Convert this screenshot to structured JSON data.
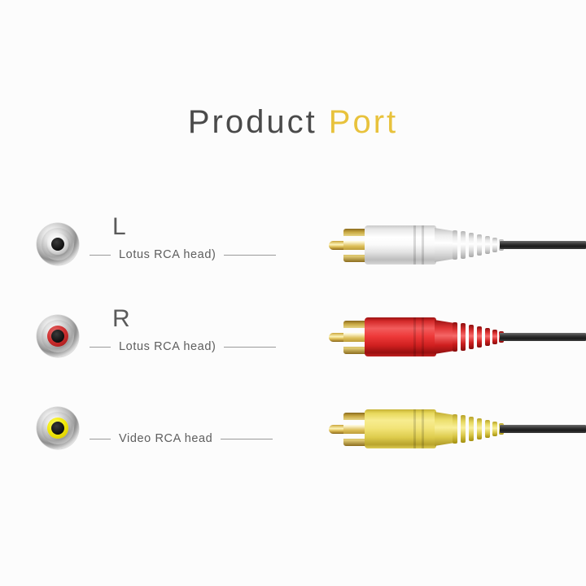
{
  "background_color": "#fcfcfc",
  "title": {
    "main_text": "Product ",
    "accent_text": "Port",
    "main_color": "#4a4a4a",
    "accent_color": "#e8c23c"
  },
  "ports": [
    {
      "channel_letter": "L",
      "caption": "Lotus RCA head)",
      "jack_color": "#ffffff",
      "jack_name": "white-audio-jack",
      "plug_color": "#ffffff",
      "plug_name": "white-rca-plug",
      "cable_color": "#2a2a2a"
    },
    {
      "channel_letter": "R",
      "caption": "Lotus RCA head)",
      "jack_color": "#cf3030",
      "jack_name": "red-audio-jack",
      "plug_color": "#ee3a3a",
      "plug_name": "red-rca-plug",
      "cable_color": "#2a2a2a"
    },
    {
      "channel_letter": "",
      "caption": "Video RCA head",
      "jack_color": "#f2e80c",
      "jack_name": "yellow-video-jack",
      "plug_color": "#f2e478",
      "plug_name": "yellow-rca-plug",
      "cable_color": "#2a2a2a"
    }
  ]
}
